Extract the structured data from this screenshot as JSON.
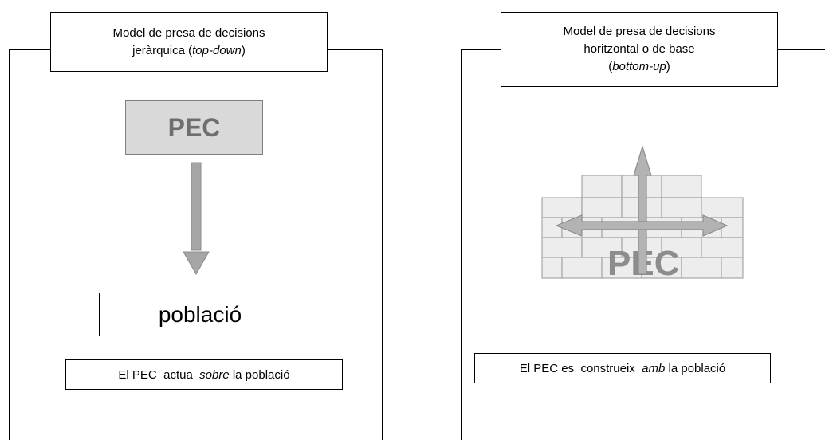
{
  "left_panel": {
    "title_line1": "Model de presa de  decisions",
    "title_line2_prefix": "jeràrquica  (",
    "title_line2_italic": "top-down",
    "title_line2_suffix": ")",
    "pec_label": "PEC",
    "population_label": "població",
    "caption_before": "El PEC  actua  ",
    "caption_italic": "sobre",
    "caption_after": " la població"
  },
  "right_panel": {
    "title_line1": "Model  de presa de decisions",
    "title_line2": "horitzontal  o de base",
    "title_line3_prefix": "(",
    "title_line3_italic": "bottom-up",
    "title_line3_suffix": ")",
    "wall_label": "PEC",
    "caption_before": "El PEC es  construeix  ",
    "caption_italic": "amb",
    "caption_after": " la població"
  },
  "colors": {
    "frame": "#000000",
    "pec_fill": "#d9d9d9",
    "pec_text": "#6e6e6e",
    "arrow": "#a6a6a6",
    "brick_fill": "#ededed",
    "brick_line": "#a6a6a6"
  }
}
